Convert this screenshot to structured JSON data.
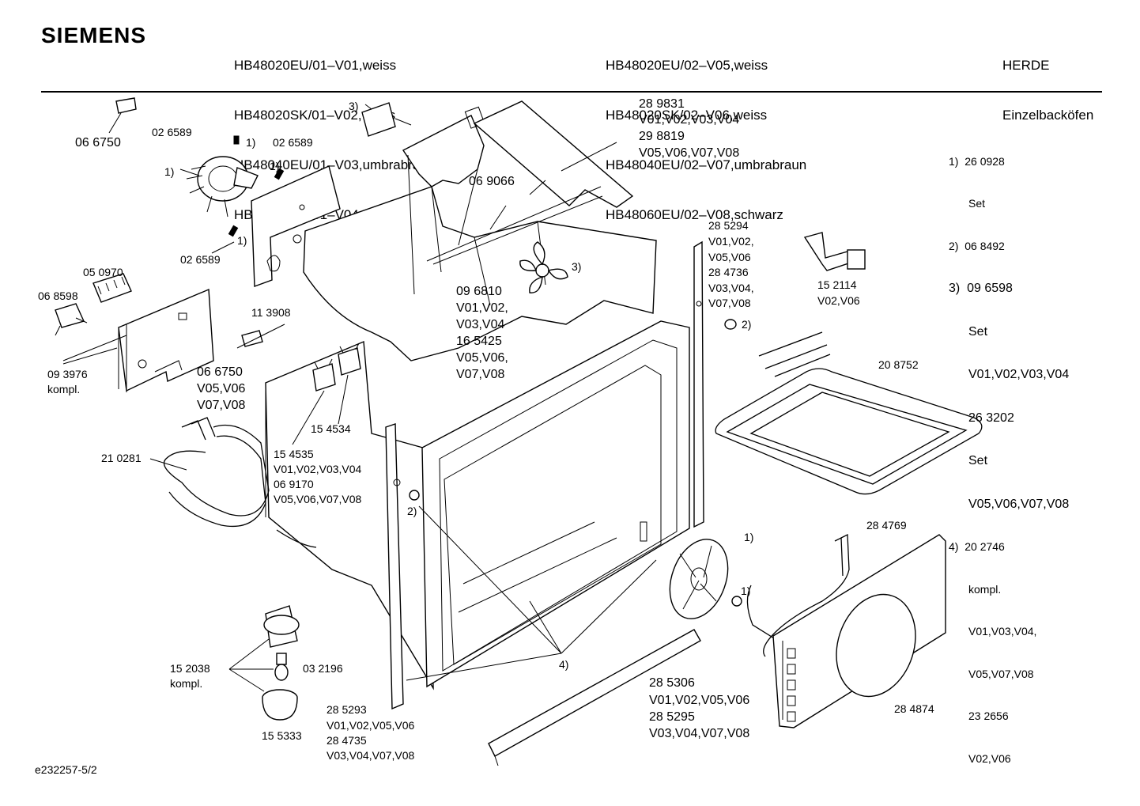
{
  "brand": "SIEMENS",
  "header": {
    "models_left": [
      "HB48020EU/01–V01,weiss",
      "HB48020SK/01–V02,weiss",
      "HB48040EU/01–V03,umbrabraun",
      "HB48060EU/01–V04,schwarz"
    ],
    "models_right": [
      "HB48020EU/02–V05,weiss",
      "HB48020SK/02–V06,weiss",
      "HB48040EU/02–V07,umbrabraun",
      "HB48060EU/02–V08,schwarz"
    ],
    "category": "HERDE",
    "subcategory": "Einzelbacköfen"
  },
  "notes": [
    {
      "line1": "1)  26 0928",
      "line2": "Set"
    },
    {
      "line1": "2)  06 8492"
    },
    {
      "line1": "3)  09 6598",
      "line2": "Set",
      "line3": "V01,V02,V03,V04",
      "line4": "26 3202",
      "line5": "Set",
      "line6": "V05,V06,V07,V08"
    },
    {
      "line1": "4)  20 2746",
      "line2": "kompl.",
      "line3": "V01,V03,V04,",
      "line4": "V05,V07,V08",
      "line5": "23 2656",
      "line6": "V02,V06"
    }
  ],
  "labels": {
    "p066750_top": "06 6750",
    "p026589_a": "02 6589",
    "ref1_a": "1)",
    "p026589_b": "02 6589",
    "ref1_b": "1)",
    "ref1_c": "1)",
    "ref1_d": "1)",
    "p026589_c": "02 6589",
    "p050970": "05 0970",
    "p068598": "06 8598",
    "p093976": "09 3976",
    "p093976_k": "kompl.",
    "p113908": "11 3908",
    "p066750_b": "06 6750",
    "p066750_b_v1": "V05,V06",
    "p066750_b_v2": "V07,V08",
    "ref3_a": "3)",
    "p289831": "28 9831",
    "p289831_v": "V01,V02,V03,V04",
    "p298819": "29 8819",
    "p298819_v": "V05,V06,V07,V08",
    "p069066": "06 9066",
    "ref3_b": "3)",
    "p096810": "09 6810",
    "p096810_v1": "V01,V02,",
    "p096810_v2": "V03,V04",
    "p165425": "16 5425",
    "p165425_v1": "V05,V06,",
    "p165425_v2": "V07,V08",
    "p285294": "28 5294",
    "p285294_v1": "V01,V02,",
    "p285294_v2": "V05,V06",
    "p284736": "28 4736",
    "p284736_v1": "V03,V04,",
    "p284736_v2": "V07,V08",
    "ref2_a": "2)",
    "p152114": "15 2114",
    "p152114_v": "V02,V06",
    "p208752": "20 8752",
    "p154534": "15 4534",
    "p154535": "15 4535",
    "p154535_v": "V01,V02,V03,V04",
    "p069170": "06 9170",
    "p069170_v": "V05,V06,V07,V08",
    "p210281": "21 0281",
    "ref2_b": "2)",
    "ref1_e": "1)",
    "ref1_f": "1)",
    "p284769": "28 4769",
    "ref4": "4)",
    "p152038": "15 2038",
    "p152038_k": "kompl.",
    "p032196": "03 2196",
    "p155333": "15 5333",
    "p285293": "28 5293",
    "p285293_v": "V01,V02,V05,V06",
    "p284735": "28 4735",
    "p284735_v": "V03,V04,V07,V08",
    "p285306": "28 5306",
    "p285306_v": "V01,V02,V05,V06",
    "p285295": "28 5295",
    "p285295_v": "V03,V04,V07,V08",
    "p284874": "28 4874"
  },
  "footer": "e232257-5/2"
}
